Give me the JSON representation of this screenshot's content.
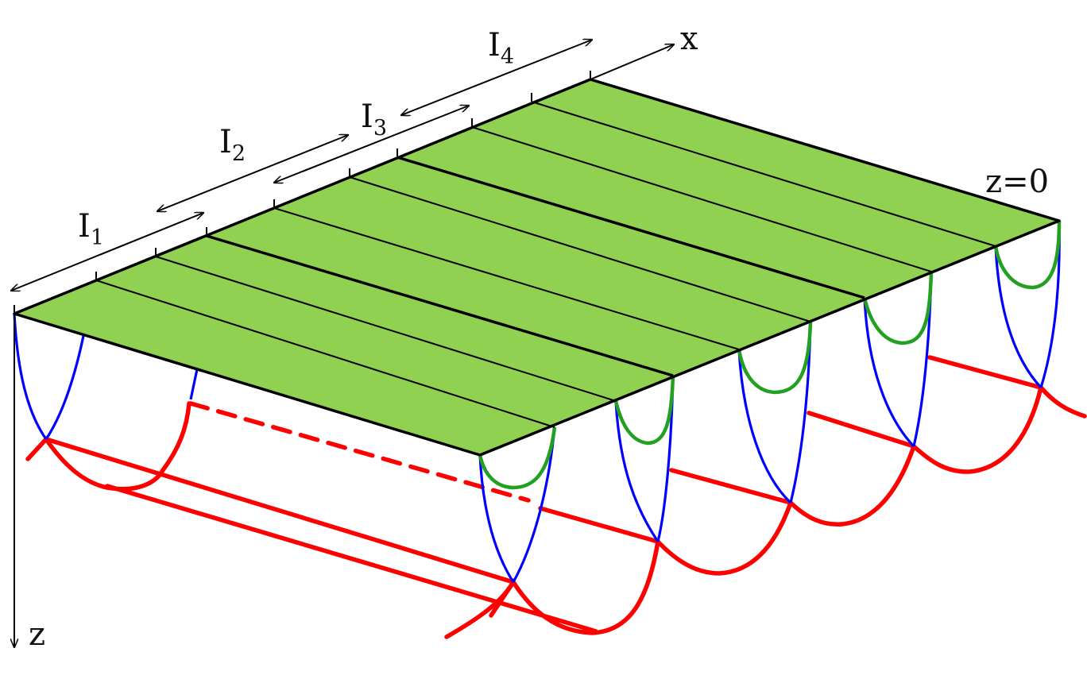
{
  "labels": {
    "axis_x": "x",
    "axis_z": "z",
    "surface": "z=0",
    "intervals": [
      {
        "letter": "I",
        "index": "1"
      },
      {
        "letter": "I",
        "index": "2"
      },
      {
        "letter": "I",
        "index": "3"
      },
      {
        "letter": "I",
        "index": "4"
      }
    ]
  },
  "colors": {
    "surface_fill": "#90d152",
    "red_curve": "#ff0000",
    "blue_curve": "#0000ff",
    "green_curve": "#22a022",
    "lines": "#000000"
  }
}
